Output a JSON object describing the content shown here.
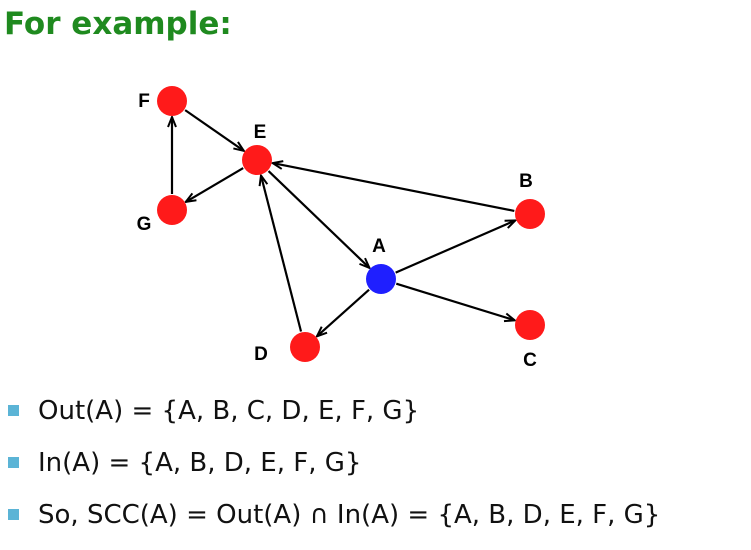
{
  "title": "For example:",
  "graph": {
    "nodes": [
      {
        "id": "A",
        "label": "A",
        "color": "#1f1fff"
      },
      {
        "id": "B",
        "label": "B",
        "color": "#ff1a1a"
      },
      {
        "id": "C",
        "label": "C",
        "color": "#ff1a1a"
      },
      {
        "id": "D",
        "label": "D",
        "color": "#ff1a1a"
      },
      {
        "id": "E",
        "label": "E",
        "color": "#ff1a1a"
      },
      {
        "id": "F",
        "label": "F",
        "color": "#ff1a1a"
      },
      {
        "id": "G",
        "label": "G",
        "color": "#ff1a1a"
      }
    ],
    "edges": [
      {
        "from": "G",
        "to": "F"
      },
      {
        "from": "F",
        "to": "E"
      },
      {
        "from": "E",
        "to": "G"
      },
      {
        "from": "B",
        "to": "E"
      },
      {
        "from": "E",
        "to": "A"
      },
      {
        "from": "A",
        "to": "B"
      },
      {
        "from": "A",
        "to": "C"
      },
      {
        "from": "A",
        "to": "D"
      },
      {
        "from": "D",
        "to": "E"
      }
    ]
  },
  "bullets": [
    {
      "text": "Out(A) = {A, B, C, D, E, F, G}"
    },
    {
      "text": "In(A) = {A, B, D, E, F, G}"
    },
    {
      "text": "So, SCC(A) = Out(A) ∩ In(A) = {A, B, D, E, F, G}"
    }
  ],
  "colors": {
    "title": "#1f8a1f",
    "bullet_marker": "#5bb4d6",
    "edge": "#000000"
  }
}
